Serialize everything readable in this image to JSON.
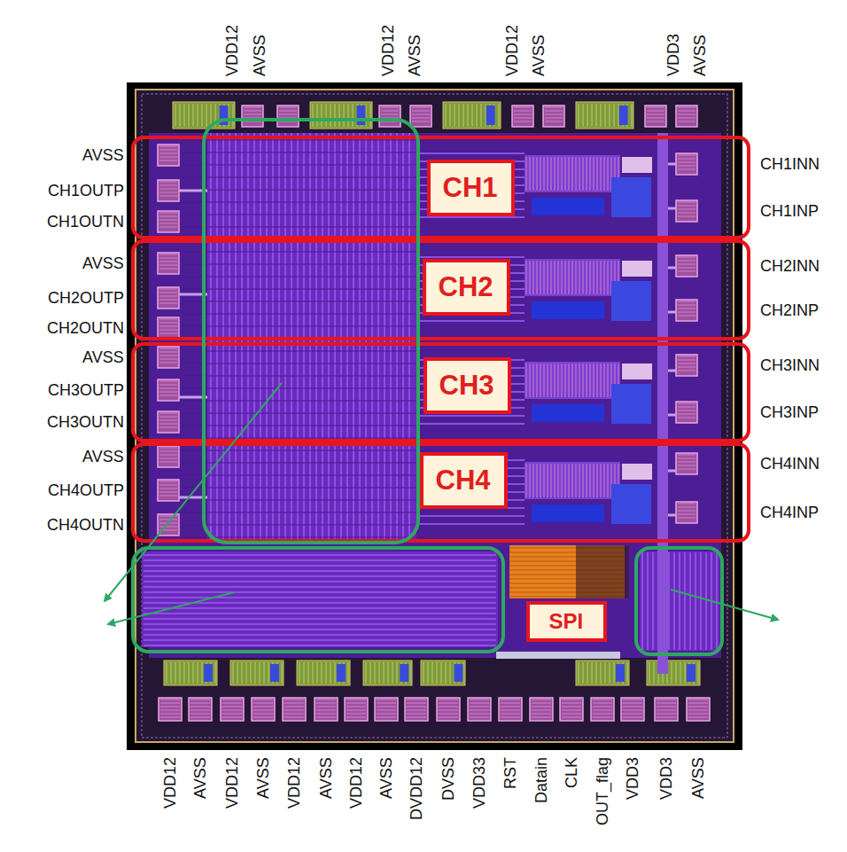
{
  "diagram": {
    "nodes": [
      {
        "text": [
          "CH1"
        ]
      },
      {
        "text": [
          "CH2"
        ]
      },
      {
        "text": [
          "CH3"
        ]
      },
      {
        "text": [
          "CH4"
        ]
      },
      {
        "text": [
          "SPI"
        ]
      }
    ],
    "labels": [
      "VDD12",
      "AVSS",
      "VDD12",
      "AVSS",
      "VDD12",
      "AVSS",
      "VDD3",
      "AVSS",
      "AVSS",
      "CH1OUTP",
      "CH1OUTN",
      "AVSS",
      "CH2OUTP",
      "CH2OUTN",
      "AVSS",
      "CH3OUTP",
      "CH3OUTN",
      "AVSS",
      "CH4OUTP",
      "CH4OUTN",
      "CH1INN",
      "CH1INP",
      "CH2INN",
      "CH2INP",
      "CH3INN",
      "CH3INP",
      "CH4INN",
      "CH4INP",
      "VDD12",
      "AVSS",
      "VDD12",
      "AVSS",
      "VDD12",
      "AVSS",
      "VDD12",
      "AVSS",
      "DVDD12",
      "DVSS",
      "VDD33",
      "RST",
      "Datain",
      "CLK",
      "OUT_flag",
      "VDD3",
      "VDD3",
      "AVSS"
    ]
  }
}
